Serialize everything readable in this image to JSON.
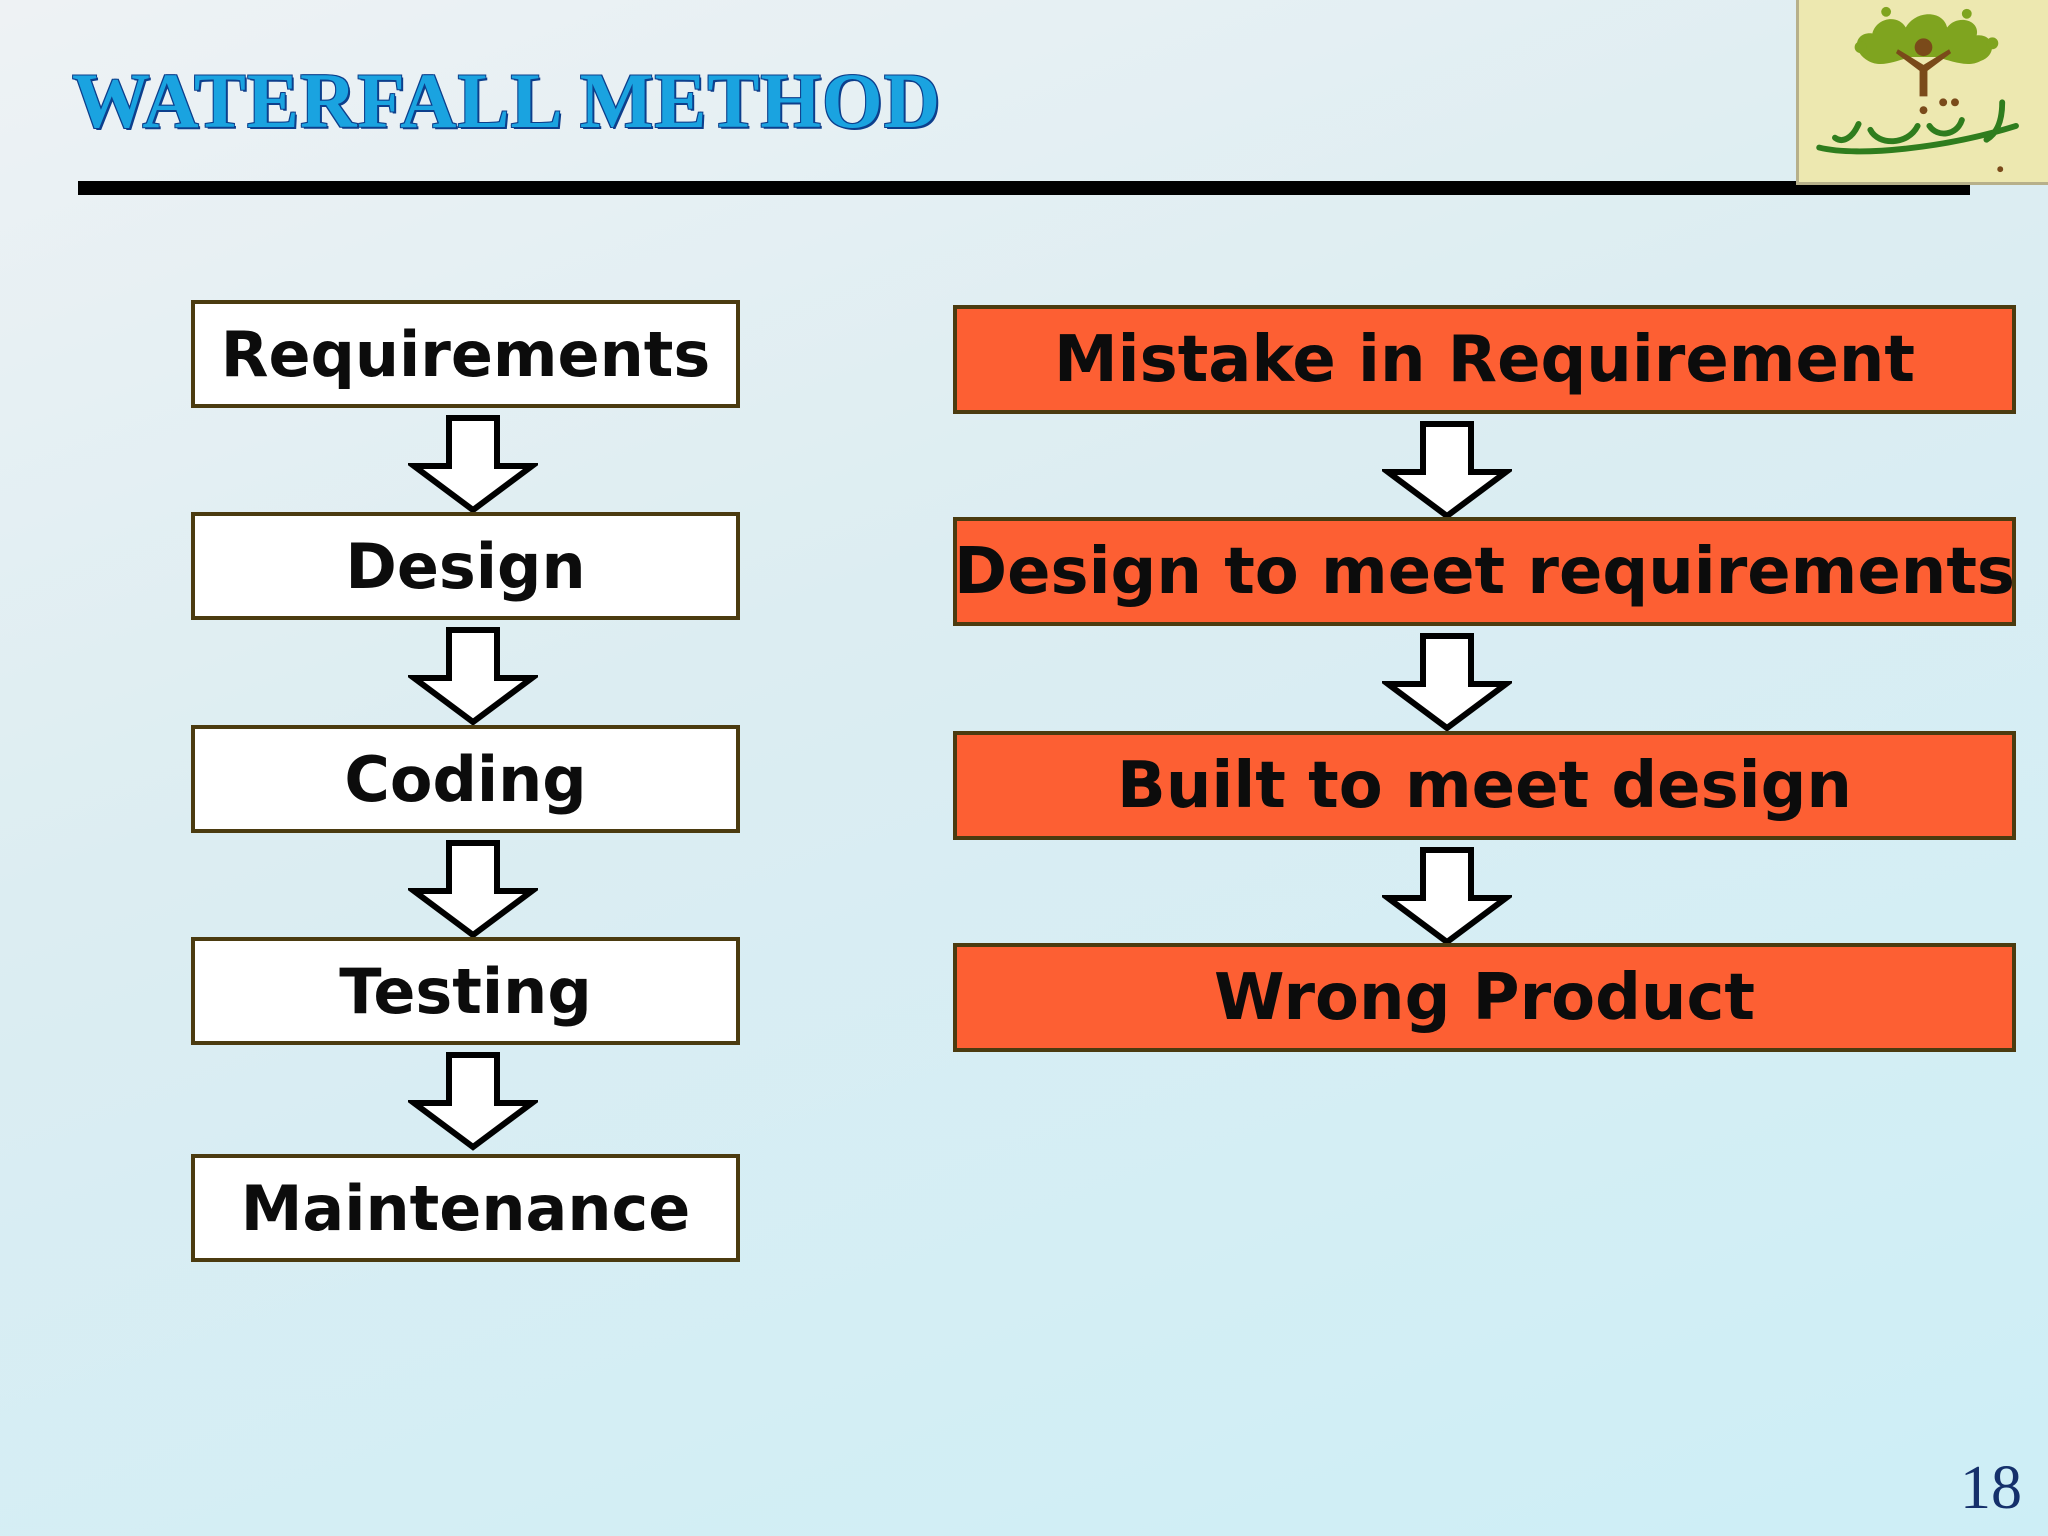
{
  "slide": {
    "title": "WATERFALL METHOD",
    "page_number": "18"
  },
  "logo": {
    "icon": "tree-figure-logo-icon",
    "colors": {
      "leaves": "#7fa41f",
      "figure": "#7a4a1a",
      "script": "#2f7d1e",
      "background": "#ede8b0"
    }
  },
  "waterfall_steps": [
    {
      "label": "Requirements"
    },
    {
      "label": "Design"
    },
    {
      "label": "Coding"
    },
    {
      "label": "Testing"
    },
    {
      "label": "Maintenance"
    }
  ],
  "error_chain": [
    {
      "label": "Mistake in Requirement"
    },
    {
      "label": "Design to meet requirements"
    },
    {
      "label": "Built to meet design"
    },
    {
      "label": "Wrong Product"
    }
  ],
  "colors": {
    "title": "#1aa3e0",
    "title_outline": "#0d3f8c",
    "box_border": "#4b3b10",
    "error_box_fill": "#fd5f33",
    "step_box_fill": "#ffffff"
  },
  "connectors": {
    "icon": "down-arrow-icon"
  }
}
